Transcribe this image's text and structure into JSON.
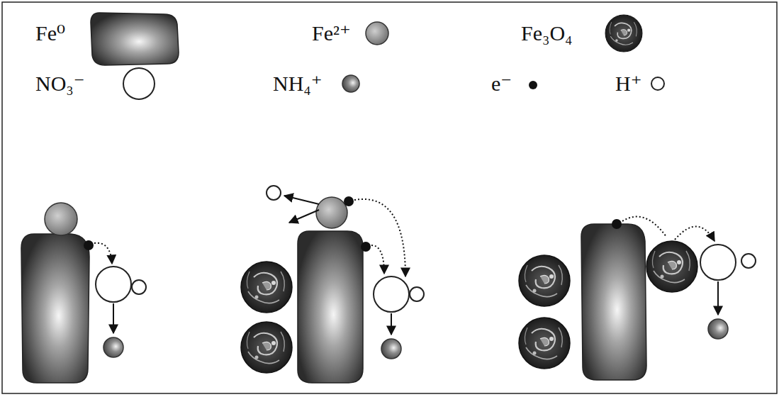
{
  "diagram": {
    "legend": [
      {
        "text": "Fe⁰"
      },
      {
        "text": "Fe²⁺"
      },
      {
        "text": "Fe₃O₄"
      },
      {
        "text": "NO₃⁻"
      },
      {
        "text": "NH₄⁺"
      },
      {
        "text": "e⁻"
      },
      {
        "text": "H⁺"
      }
    ]
  }
}
